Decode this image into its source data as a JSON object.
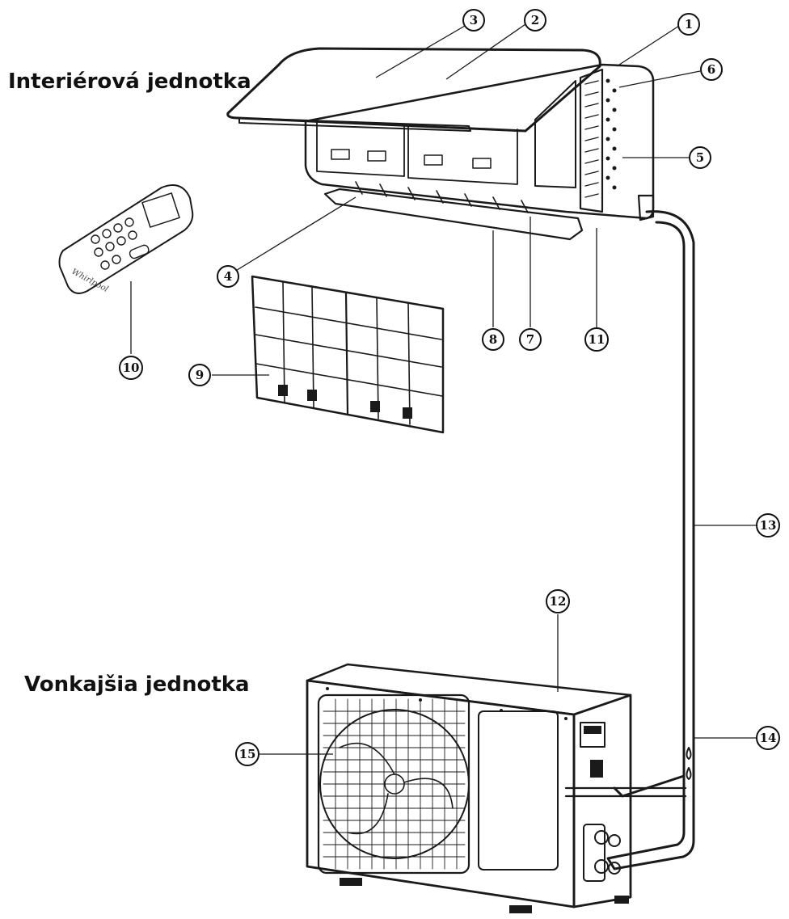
{
  "diagram": {
    "indoor_title": "Interiérová jednotka",
    "outdoor_title": "Vonkajšia jednotka",
    "callouts": [
      "1",
      "2",
      "3",
      "4",
      "5",
      "6",
      "7",
      "8",
      "9",
      "10",
      "11",
      "12",
      "13",
      "14",
      "15"
    ],
    "remote_brand": "Whirlpool"
  }
}
